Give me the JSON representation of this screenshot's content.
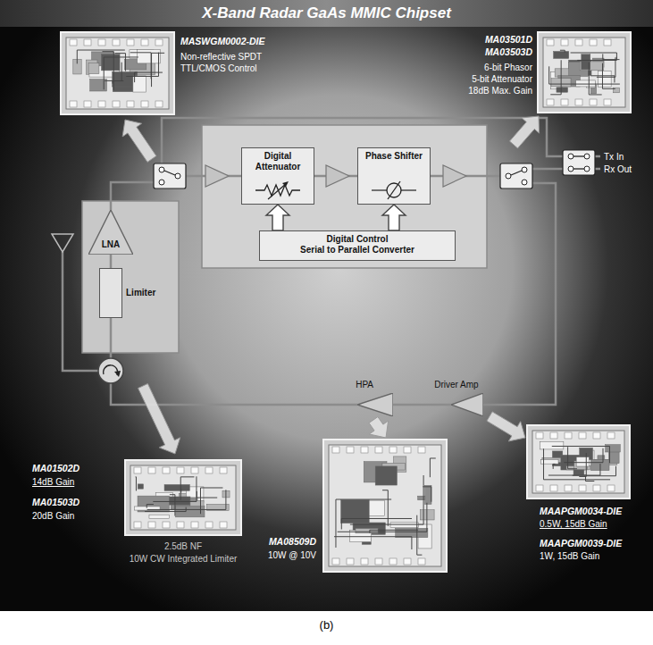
{
  "diagram": {
    "title": "X-Band Radar GaAs MMIC Chipset",
    "caption": "(b)",
    "nodes": [
      {
        "text": [
          "Digital Attenuator"
        ]
      },
      {
        "text": [
          "Phase Shifter"
        ]
      },
      {
        "text": [
          "Digital Control",
          "Serial to Parallel Converter"
        ]
      },
      {
        "text": [
          "LNA"
        ]
      },
      {
        "text": [
          "Limiter"
        ]
      },
      {
        "text": [
          "HPA"
        ]
      },
      {
        "text": [
          "Driver Amp"
        ]
      }
    ],
    "edges": [
      {
        "from": 2,
        "to": 0,
        "arrow": "to"
      },
      {
        "from": 2,
        "to": 1,
        "arrow": "to"
      },
      {
        "from": 0,
        "to": 1,
        "arrow": "none"
      },
      {
        "from": 4,
        "to": 3,
        "arrow": "none"
      },
      {
        "from": 6,
        "to": 5,
        "arrow": "none"
      }
    ],
    "labels": [
      "MASWGM0002-DIE",
      "Non-reflective SPDT",
      "TTL/CMOS Control",
      "MA03501D",
      "MA03503D",
      "6-bit Phasor",
      "5-bit Attenuator",
      "18dB Max. Gain",
      "Tx In",
      "Rx Out",
      "MA01502D",
      "14dB Gain",
      "MA01503D",
      "20dB Gain",
      "2.5dB NF",
      "10W CW Integrated Limiter",
      "MA08509D",
      "10W @ 10V",
      "MAAPGM0034-DIE",
      "0.5W, 15dB Gain",
      "MAAPGM0039-DIE",
      "1W, 15dB Gain"
    ]
  }
}
